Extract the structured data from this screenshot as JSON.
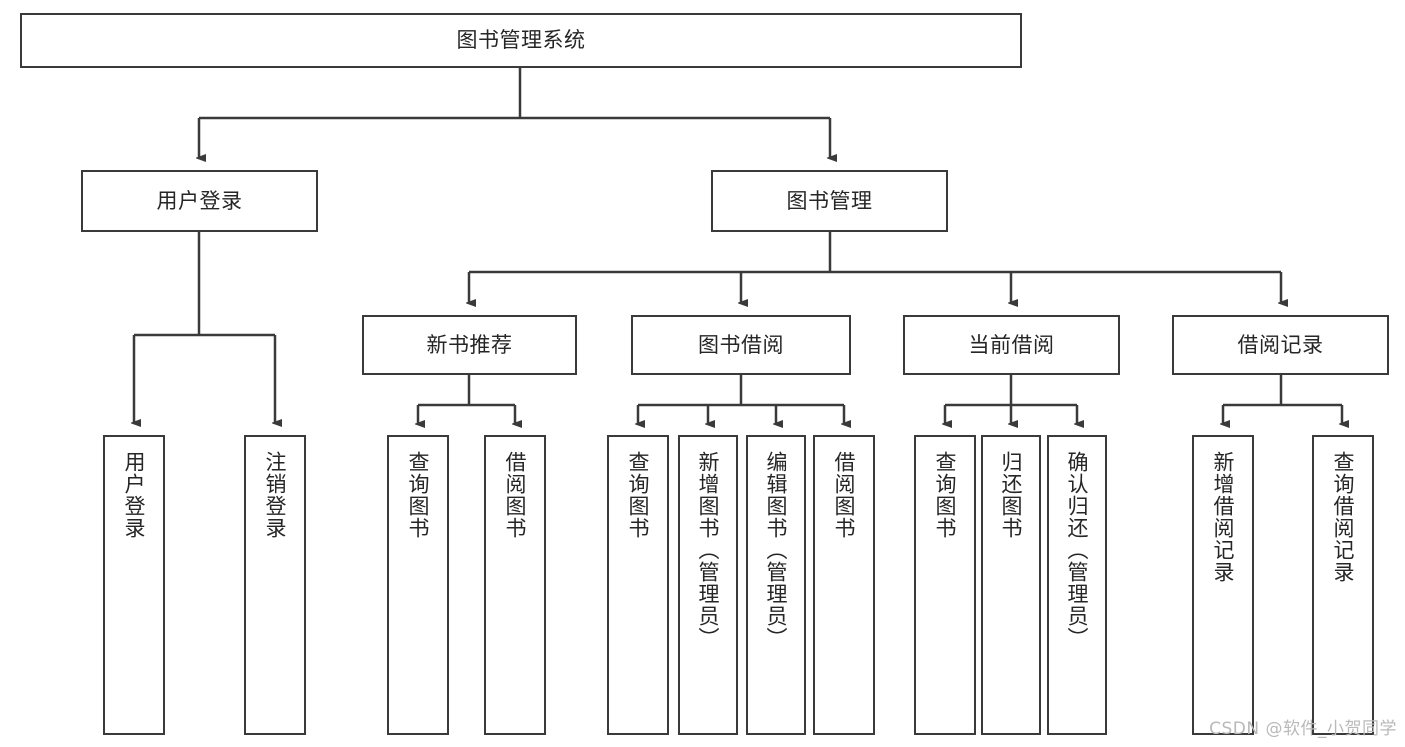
{
  "diagram": {
    "type": "tree-hierarchy",
    "title": "图书管理系统",
    "root": {
      "id": "root",
      "label": "图书管理系统",
      "orientation": "horizontal"
    },
    "level1": [
      {
        "id": "user-login",
        "label": "用户登录",
        "orientation": "horizontal"
      },
      {
        "id": "book-manage",
        "label": "图书管理",
        "orientation": "horizontal"
      }
    ],
    "level2": [
      {
        "id": "new-book-rec",
        "label": "新书推荐",
        "orientation": "horizontal",
        "parent": "book-manage"
      },
      {
        "id": "book-borrow",
        "label": "图书借阅",
        "orientation": "horizontal",
        "parent": "book-manage"
      },
      {
        "id": "current-borrow",
        "label": "当前借阅",
        "orientation": "horizontal",
        "parent": "book-manage"
      },
      {
        "id": "borrow-record",
        "label": "借阅记录",
        "orientation": "horizontal",
        "parent": "book-manage"
      }
    ],
    "leaves": [
      {
        "id": "leaf-user-login",
        "label": "用户登录",
        "orientation": "vertical",
        "parent": "user-login"
      },
      {
        "id": "leaf-user-logout",
        "label": "注销登录",
        "orientation": "vertical",
        "parent": "user-login"
      },
      {
        "id": "leaf-query-book-1",
        "label": "查询图书",
        "orientation": "vertical",
        "parent": "new-book-rec"
      },
      {
        "id": "leaf-borrow-book-1",
        "label": "借阅图书",
        "orientation": "vertical",
        "parent": "new-book-rec"
      },
      {
        "id": "leaf-query-book-2",
        "label": "查询图书",
        "orientation": "vertical",
        "parent": "book-borrow"
      },
      {
        "id": "leaf-add-book",
        "label": "新增图书（管理员）",
        "orientation": "vertical",
        "parent": "book-borrow"
      },
      {
        "id": "leaf-edit-book",
        "label": "编辑图书（管理员）",
        "orientation": "vertical",
        "parent": "book-borrow"
      },
      {
        "id": "leaf-borrow-book-2",
        "label": "借阅图书",
        "orientation": "vertical",
        "parent": "book-borrow"
      },
      {
        "id": "leaf-query-book-3",
        "label": "查询图书",
        "orientation": "vertical",
        "parent": "current-borrow"
      },
      {
        "id": "leaf-return-book",
        "label": "归还图书",
        "orientation": "vertical",
        "parent": "current-borrow"
      },
      {
        "id": "leaf-confirm-return",
        "label": "确认归还（管理员）",
        "orientation": "vertical",
        "parent": "current-borrow"
      },
      {
        "id": "leaf-add-record",
        "label": "新增借阅记录",
        "orientation": "vertical",
        "parent": "borrow-record"
      },
      {
        "id": "leaf-query-record",
        "label": "查询借阅记录",
        "orientation": "vertical",
        "parent": "borrow-record"
      }
    ],
    "colors": {
      "stroke": "#3a3a3a",
      "text": "#262626",
      "background": "#ffffff",
      "watermark": "#b9b9b9"
    }
  },
  "watermark": {
    "text": "CSDN @软件_小贺同学"
  }
}
